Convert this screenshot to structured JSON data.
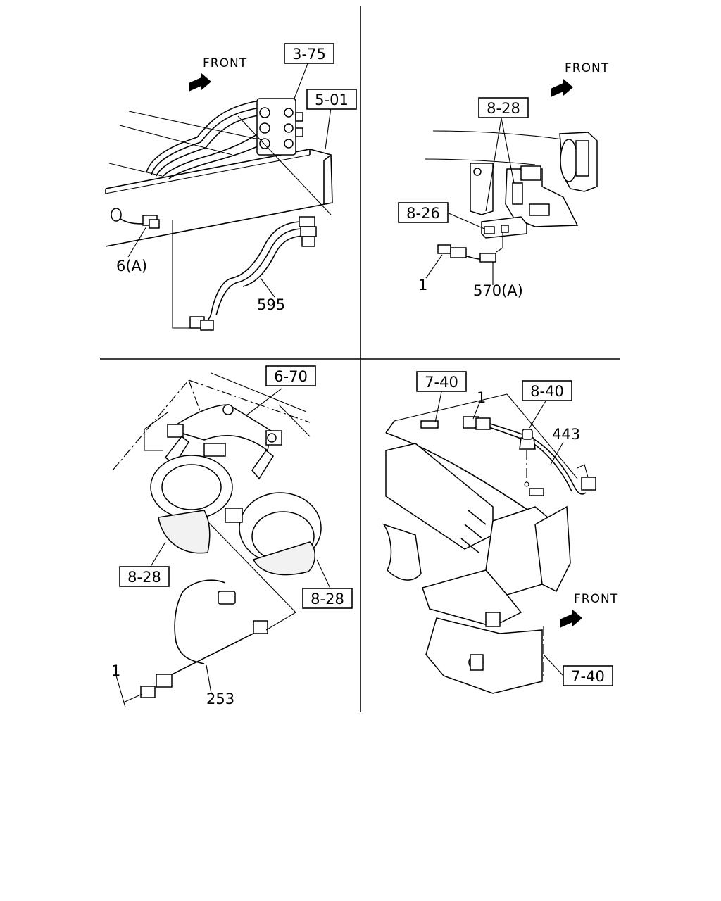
{
  "panels": {
    "top_left": {
      "front_label": "FRONT",
      "refs": [
        "3-75",
        "5-01"
      ],
      "callouts": [
        "6(A)",
        "595"
      ]
    },
    "top_right": {
      "front_label": "FRONT",
      "refs": [
        "8-28",
        "8-26"
      ],
      "callouts": [
        "1",
        "570(A)"
      ]
    },
    "bottom_left": {
      "refs": [
        "6-70",
        "8-28",
        "8-28"
      ],
      "callouts": [
        "1",
        "253"
      ]
    },
    "bottom_right": {
      "front_label": "FRONT",
      "refs": [
        "7-40",
        "8-40",
        "7-40"
      ],
      "callouts": [
        "1",
        "443"
      ]
    }
  }
}
